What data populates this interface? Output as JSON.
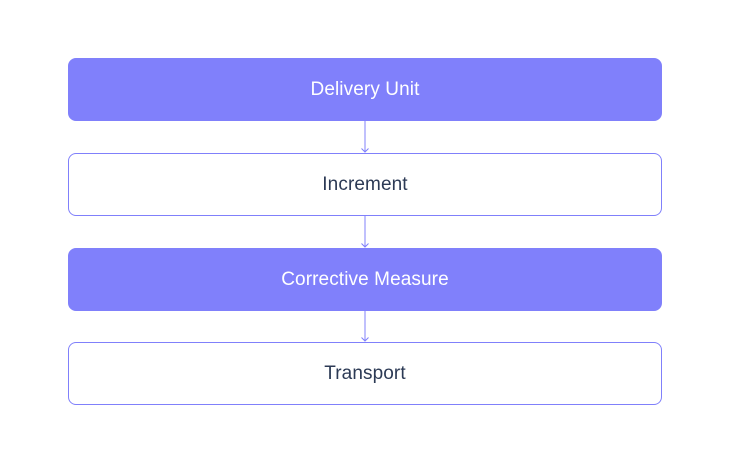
{
  "diagram": {
    "type": "vertical-flowchart",
    "accent_color": "#8080fb",
    "text_dark_color": "#2c3a55",
    "nodes": [
      {
        "id": "n1",
        "label": "Delivery Unit",
        "style": "filled"
      },
      {
        "id": "n2",
        "label": "Increment",
        "style": "outline"
      },
      {
        "id": "n3",
        "label": "Corrective Measure",
        "style": "filled"
      },
      {
        "id": "n4",
        "label": "Transport",
        "style": "outline"
      }
    ],
    "edges": [
      {
        "from": "n1",
        "to": "n2"
      },
      {
        "from": "n2",
        "to": "n3"
      },
      {
        "from": "n3",
        "to": "n4"
      }
    ]
  }
}
